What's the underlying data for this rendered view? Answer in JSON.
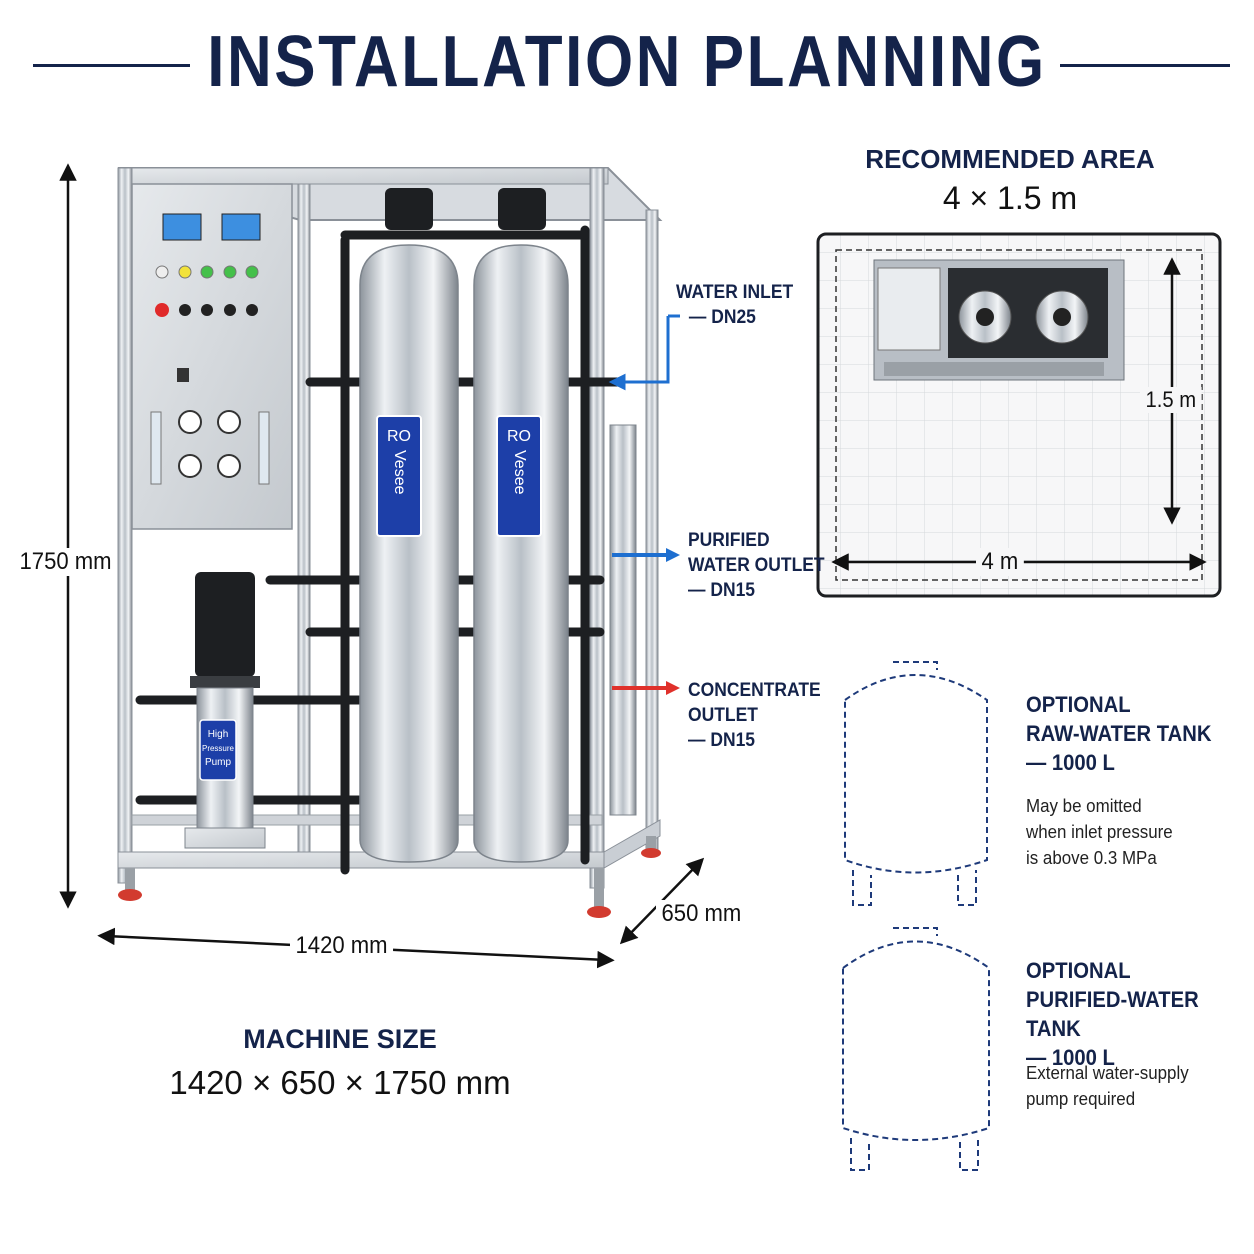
{
  "title": "INSTALLATION PLANNING",
  "machine": {
    "heading": "MACHINE SIZE",
    "size": "1420 × 650 × 1750 mm",
    "height_label": "1750 mm",
    "width_label": "1420 mm",
    "depth_label": "650 mm",
    "vessel_text_1": "RO",
    "vessel_text_2": "Vesee",
    "pump_label_1": "High",
    "pump_label_2": "Pressure",
    "pump_label_3": "Pump"
  },
  "connections": {
    "inlet": {
      "line1": "WATER INLET",
      "line2": "— DN25",
      "color": "#1e6fd0"
    },
    "purified": {
      "line1": "PURIFIED",
      "line2": "WATER OUTLET",
      "line3": "— DN15",
      "color": "#1e6fd0"
    },
    "concentrate": {
      "line1": "CONCENTRATE",
      "line2": "OUTLET",
      "line3": "— DN15",
      "color": "#e0312b"
    }
  },
  "area": {
    "heading": "RECOMMENDED AREA",
    "size": "4 × 1.5 m",
    "width_label": "4 m",
    "depth_label": "1.5 m"
  },
  "raw_tank": {
    "line1": "OPTIONAL",
    "line2": "RAW-WATER TANK",
    "line3": "— 1000 L",
    "note1": "May be omitted",
    "note2": "when inlet pressure",
    "note3": "is above 0.3 MPa"
  },
  "pure_tank": {
    "line1": "OPTIONAL",
    "line2": "PURIFIED-WATER TANK",
    "line3": "— 1000 L",
    "note1": "External water-supply",
    "note2": "pump required"
  },
  "colors": {
    "navy": "#14234a",
    "blue": "#1e6fd0",
    "red": "#e0312b",
    "steel": "#c9ced4"
  }
}
